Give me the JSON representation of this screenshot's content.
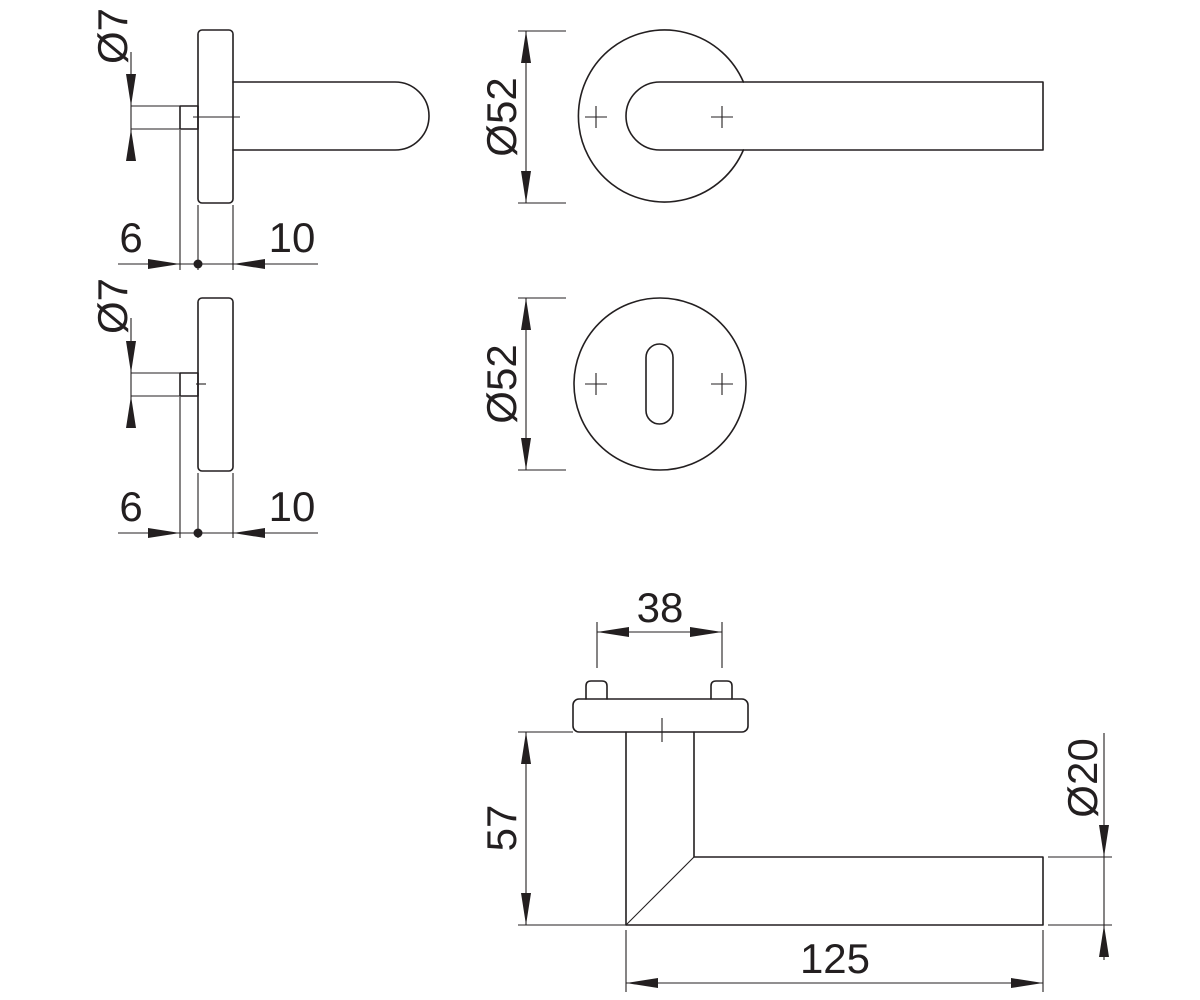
{
  "colors": {
    "line": "#231f20",
    "background": "#ffffff"
  },
  "side_view_lever": {
    "pin_diameter": "Ø7",
    "left_thickness": "6",
    "right_thickness": "10"
  },
  "side_view_escutcheon": {
    "pin_diameter": "Ø7",
    "left_thickness": "6",
    "right_thickness": "10"
  },
  "front_view_lever": {
    "rose_diameter": "Ø52"
  },
  "front_view_escutcheon": {
    "rose_diameter": "Ø52"
  },
  "top_view_lever": {
    "fixing_spacing": "38",
    "projection": "57",
    "lever_diameter": "Ø20",
    "lever_length": "125"
  }
}
